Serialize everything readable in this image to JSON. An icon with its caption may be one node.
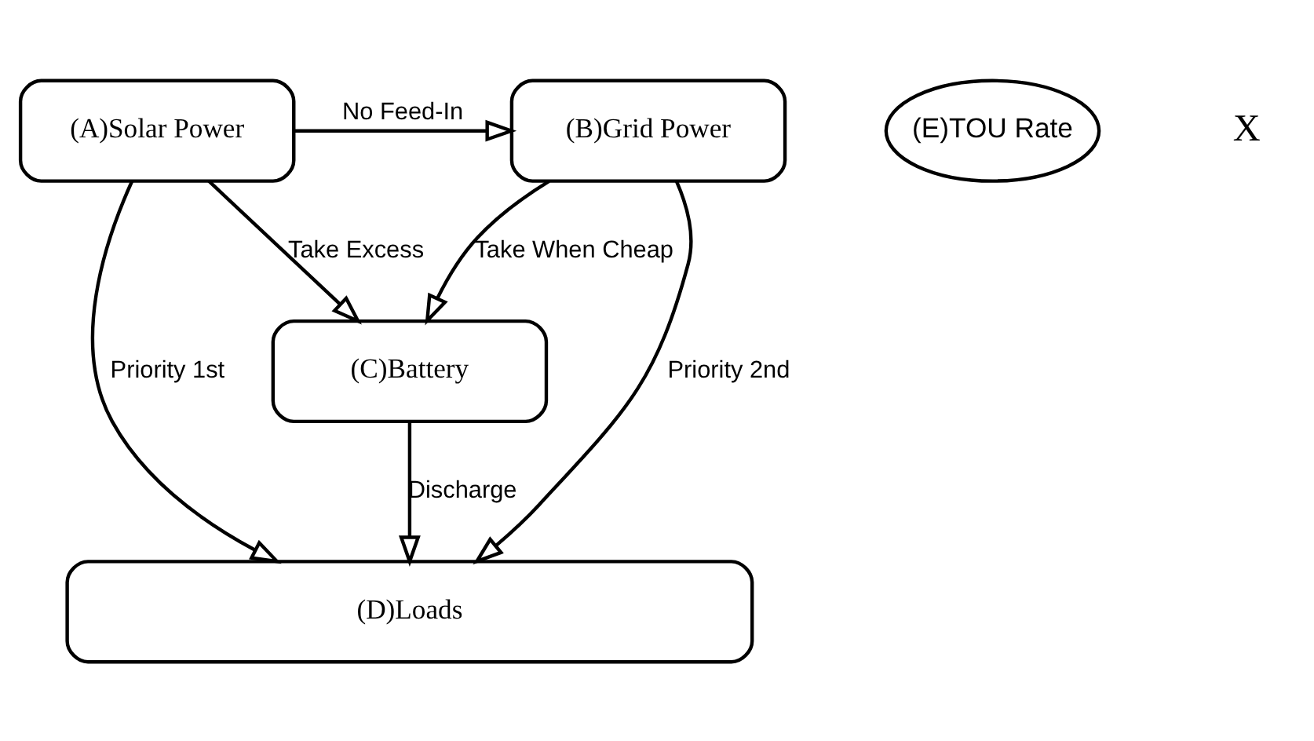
{
  "diagram": {
    "nodes": [
      {
        "text": [
          "(A)Solar Power"
        ]
      },
      {
        "text": [
          "(B)Grid Power"
        ]
      },
      {
        "text": [
          "(E)TOU Rate"
        ]
      },
      {
        "text": [
          "(D)Loads"
        ]
      },
      {
        "text": [
          "(C)Battery"
        ]
      }
    ],
    "edges": [
      {
        "from": 0,
        "to": 1,
        "arrow": "to",
        "label": "No Feed-In"
      },
      {
        "from": 0,
        "to": 3,
        "arrow": "to",
        "label": "Priority 1st"
      },
      {
        "from": 1,
        "to": 3,
        "arrow": "to",
        "label": "Priority 2nd"
      },
      {
        "from": 4,
        "to": 3,
        "arrow": "to",
        "label": "Discharge"
      },
      {
        "from": 0,
        "to": 4,
        "arrow": "to",
        "label": "Take Excess"
      },
      {
        "from": 1,
        "to": 4,
        "arrow": "to",
        "label": "Take When Cheap"
      }
    ],
    "labels": [
      "X"
    ]
  }
}
